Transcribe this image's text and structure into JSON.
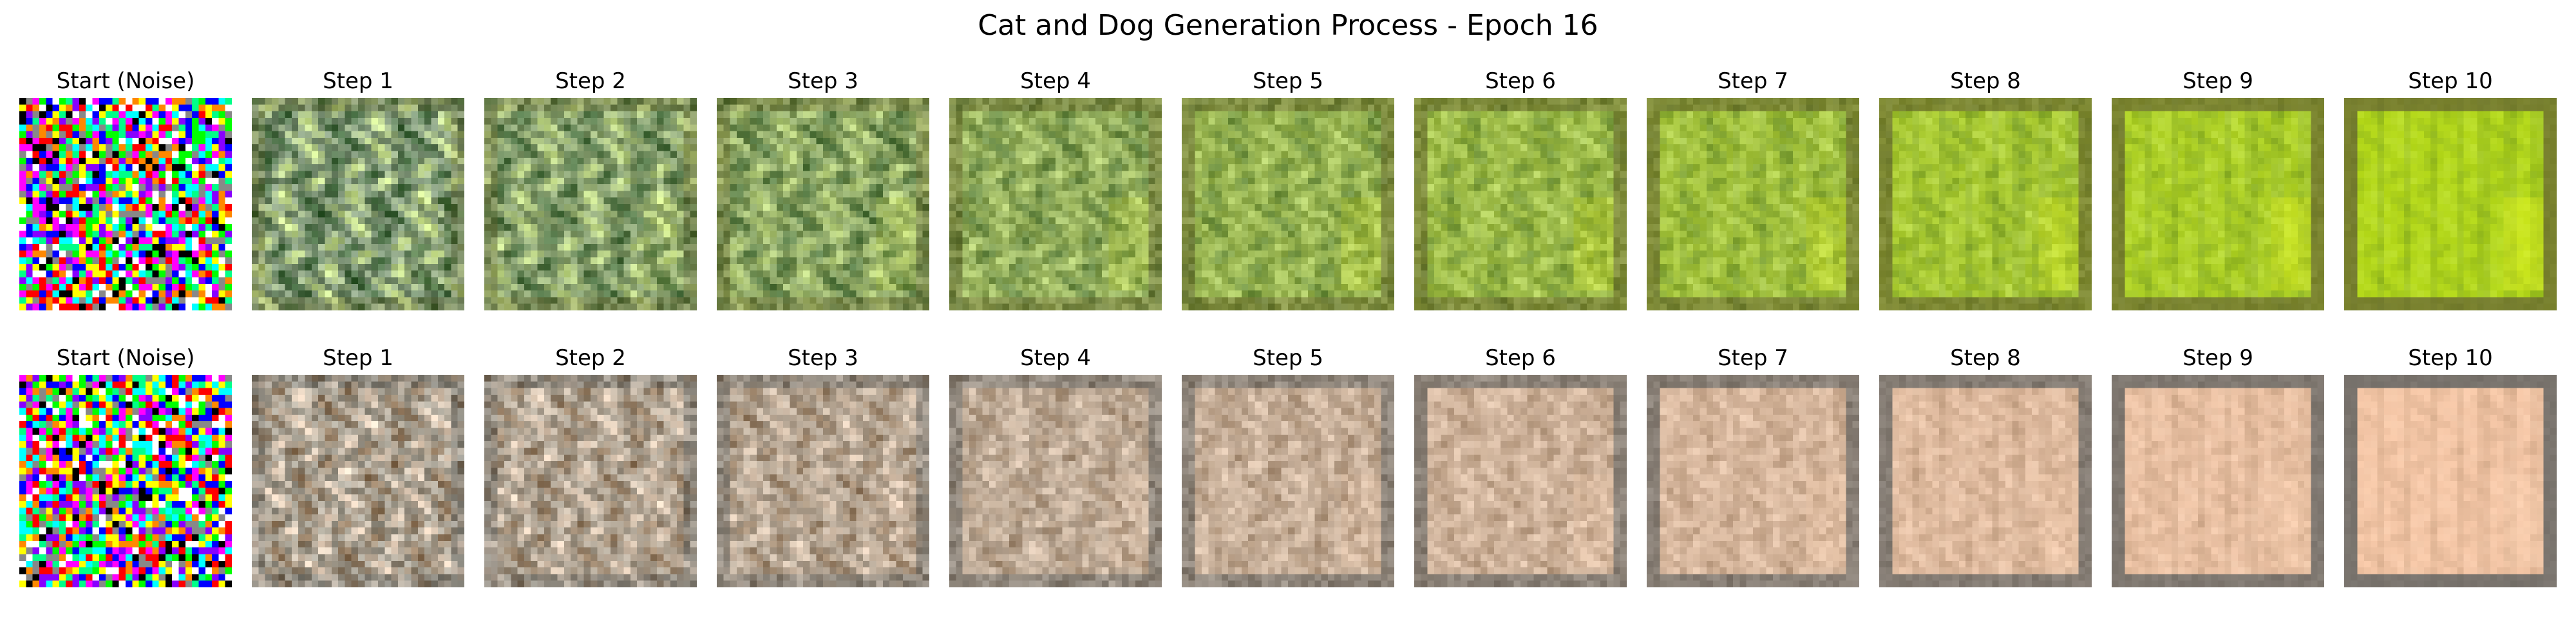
{
  "figure": {
    "title": "Cat and Dog Generation Process - Epoch 16"
  },
  "rows": [
    {
      "row_name": "row-1",
      "palette": {
        "base_start": "#7a8e84",
        "base_end": "#b4d81a",
        "light": "#e6ff9a",
        "dark": "#2e5a2a",
        "border": "#6a6b32",
        "highlight": "#f2ff22"
      },
      "panels": [
        {
          "label": "Start (Noise)",
          "step": 0
        },
        {
          "label": "Step 1",
          "step": 1
        },
        {
          "label": "Step 2",
          "step": 2
        },
        {
          "label": "Step 3",
          "step": 3
        },
        {
          "label": "Step 4",
          "step": 4
        },
        {
          "label": "Step 5",
          "step": 5
        },
        {
          "label": "Step 6",
          "step": 6
        },
        {
          "label": "Step 7",
          "step": 7
        },
        {
          "label": "Step 8",
          "step": 8
        },
        {
          "label": "Step 9",
          "step": 9
        },
        {
          "label": "Step 10",
          "step": 10
        }
      ]
    },
    {
      "row_name": "row-2",
      "palette": {
        "base_start": "#98988e",
        "base_end": "#f6c8a8",
        "light": "#ffe4cc",
        "dark": "#8a6a4a",
        "border": "#5c6060",
        "highlight": "#ffd7b8"
      },
      "panels": [
        {
          "label": "Start (Noise)",
          "step": 0
        },
        {
          "label": "Step 1",
          "step": 1
        },
        {
          "label": "Step 2",
          "step": 2
        },
        {
          "label": "Step 3",
          "step": 3
        },
        {
          "label": "Step 4",
          "step": 4
        },
        {
          "label": "Step 5",
          "step": 5
        },
        {
          "label": "Step 6",
          "step": 6
        },
        {
          "label": "Step 7",
          "step": 7
        },
        {
          "label": "Step 8",
          "step": 8
        },
        {
          "label": "Step 9",
          "step": 9
        },
        {
          "label": "Step 10",
          "step": 10
        }
      ]
    }
  ]
}
